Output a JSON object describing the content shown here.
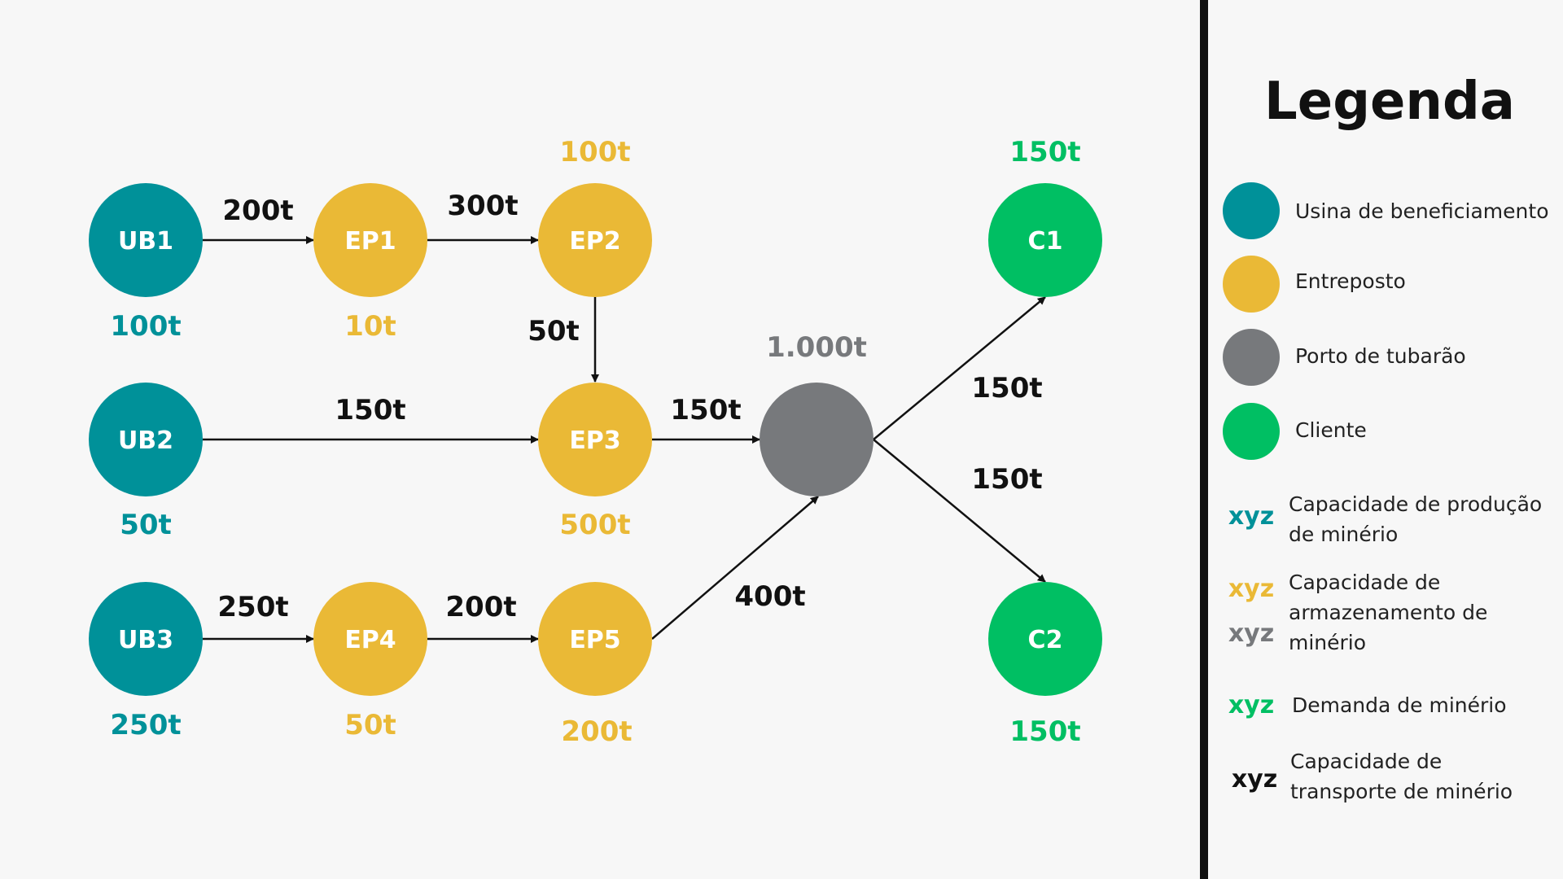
{
  "colors": {
    "usina": "#009199",
    "entreposto": "#eab936",
    "porto": "#77797c",
    "cliente": "#00bf63",
    "transporte": "#111111",
    "divider": "#111111",
    "background": "#f7f7f7"
  },
  "nodes": {
    "ub1": {
      "label": "UB1",
      "capacity": "100t"
    },
    "ub2": {
      "label": "UB2",
      "capacity": "50t"
    },
    "ub3": {
      "label": "UB3",
      "capacity": "250t"
    },
    "ep1": {
      "label": "EP1",
      "capacity": "10t"
    },
    "ep2": {
      "label": "EP2",
      "capacity": "100t"
    },
    "ep3": {
      "label": "EP3",
      "capacity": "500t"
    },
    "ep4": {
      "label": "EP4",
      "capacity": "50t"
    },
    "ep5": {
      "label": "EP5",
      "capacity": "200t"
    },
    "porto": {
      "label": "",
      "capacity": "1.000t"
    },
    "c1": {
      "label": "C1",
      "capacity": "150t"
    },
    "c2": {
      "label": "C2",
      "capacity": "150t"
    }
  },
  "edges": {
    "ub1_ep1": "200t",
    "ep1_ep2": "300t",
    "ep2_ep3": "50t",
    "ub2_ep3": "150t",
    "ep3_porto": "150t",
    "ub3_ep4": "250t",
    "ep4_ep5": "200t",
    "ep5_porto": "400t",
    "porto_c1": "150t",
    "porto_c2": "150t"
  },
  "legend": {
    "title": "Legenda",
    "usina": "Usina de beneficiamento",
    "entreposto": "Entreposto",
    "porto": "Porto de tubarão",
    "cliente": "Cliente",
    "xyz": "xyz",
    "producao_line1": "Capacidade de produção",
    "producao_line2": "de minério",
    "armazenamento_line1": "Capacidade de",
    "armazenamento_line2": "armazenamento de",
    "armazenamento_line3": "minério",
    "demanda": "Demanda de minério",
    "transporte_line1": "Capacidade de",
    "transporte_line2": "transporte de minério"
  }
}
